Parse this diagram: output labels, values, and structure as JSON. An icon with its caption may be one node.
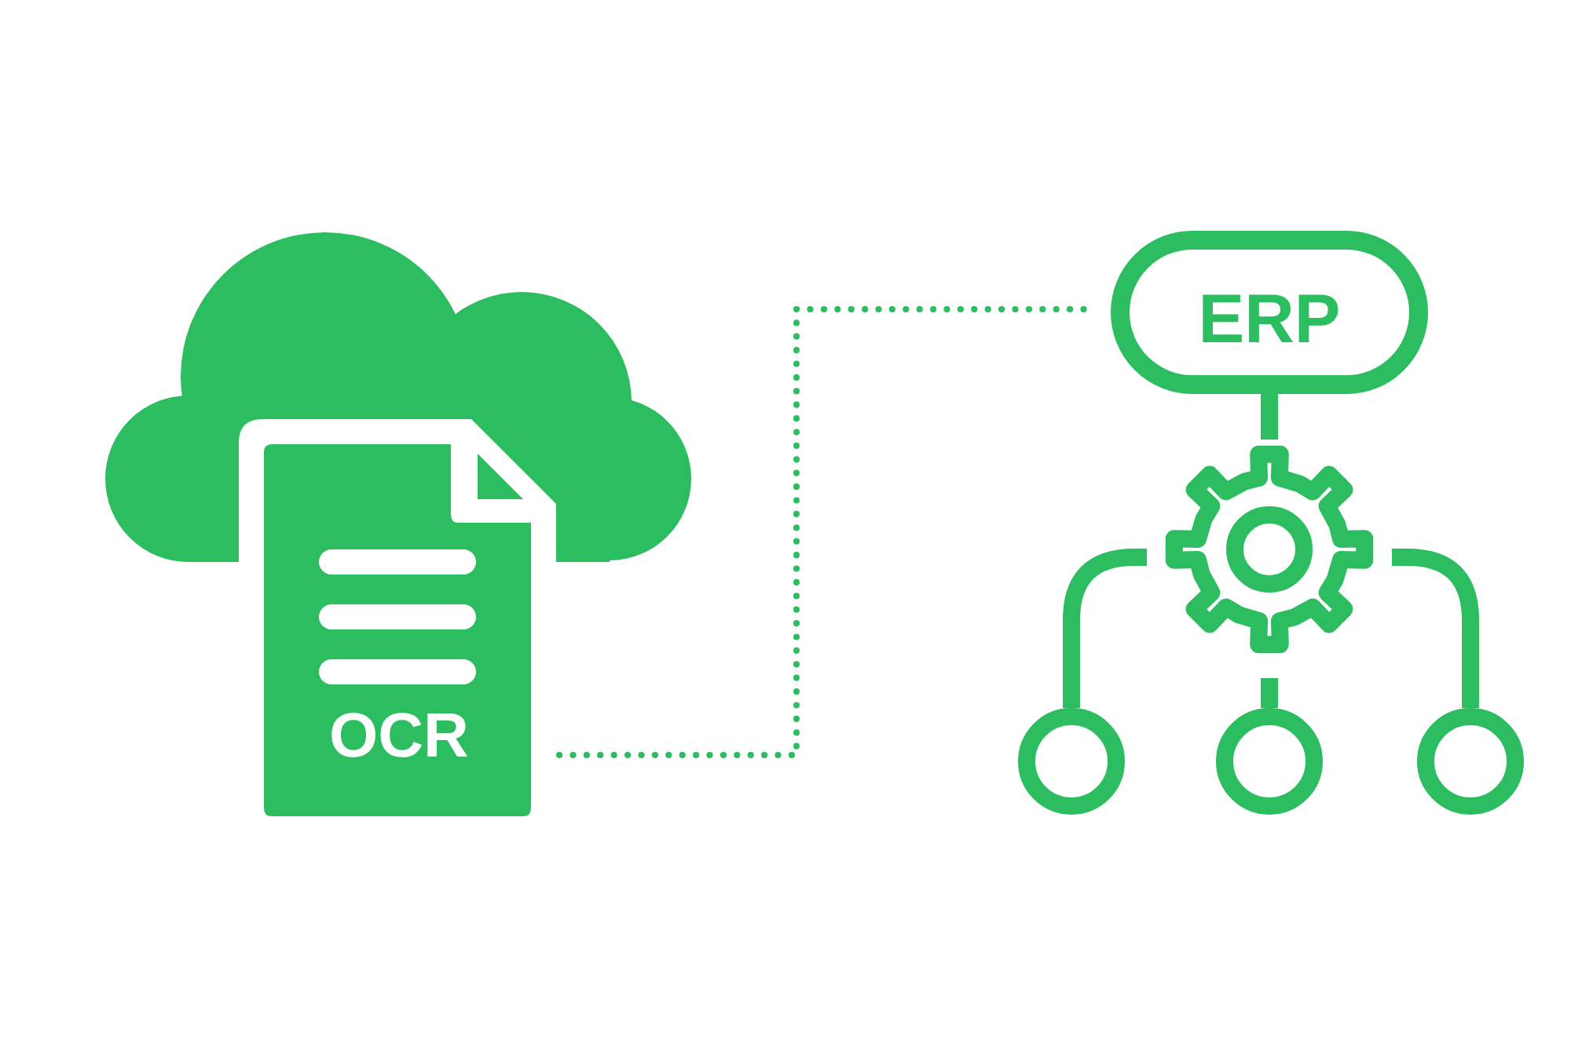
{
  "diagram": {
    "nodes": [
      {
        "text": [],
        "shape": "cloud"
      },
      {
        "text": [
          "OCR"
        ]
      },
      {
        "text": [
          "ERP"
        ]
      },
      {
        "text": [],
        "shape": "gear"
      },
      {
        "text": [],
        "shape": "circle"
      },
      {
        "text": [],
        "shape": "circle"
      },
      {
        "text": [],
        "shape": "circle"
      }
    ],
    "edges": [
      {
        "from": 1,
        "to": 2,
        "arrow": "none",
        "style": "dashed"
      },
      {
        "from": 2,
        "to": 3,
        "arrow": "none"
      },
      {
        "from": 3,
        "to": 4,
        "arrow": "none"
      },
      {
        "from": 3,
        "to": 5,
        "arrow": "none"
      },
      {
        "from": 3,
        "to": 6,
        "arrow": "none"
      }
    ]
  }
}
